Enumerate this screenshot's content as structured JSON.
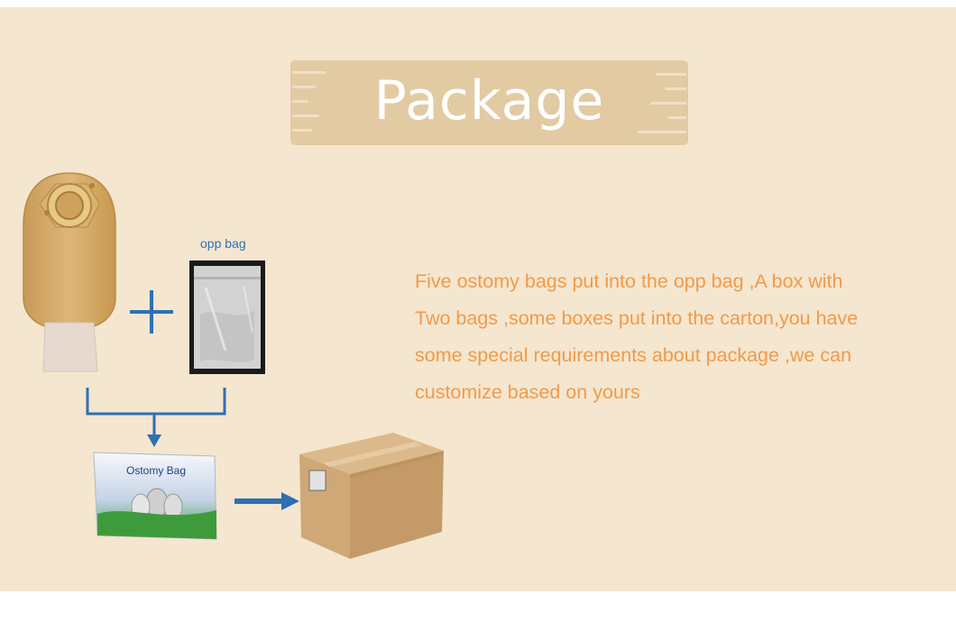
{
  "banner": {
    "title": "Package"
  },
  "labels": {
    "opp_bag": "opp bag",
    "box_title": "Ostomy Bag"
  },
  "description": {
    "lines": [
      "Five ostomy bags put into the opp bag ,A box with",
      "Two bags ,some boxes put into the carton,you have",
      "some special requirements about package ,we can",
      "customize based on yours"
    ]
  },
  "colors": {
    "background": "#f4e6cf",
    "banner": "#e2caa3",
    "text_orange": "#f29a4a",
    "arrow_blue": "#2f6fb3"
  },
  "icons": [
    "ostomy-bag-icon",
    "plus-icon",
    "opp-bag-icon",
    "bracket-arrow-icon",
    "product-box-icon",
    "right-arrow-icon",
    "carton-icon"
  ]
}
